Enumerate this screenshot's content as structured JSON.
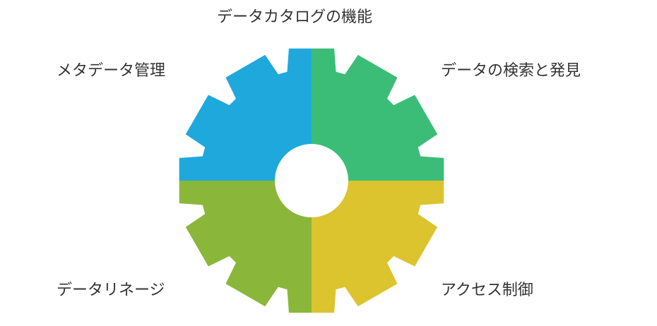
{
  "diagram": {
    "title": "データカタログの機能",
    "quadrants": [
      {
        "id": "top-left",
        "label": "メタデータ管理",
        "color": "#1fa8dc"
      },
      {
        "id": "top-right",
        "label": "データの検索と発見",
        "color": "#3bbd78"
      },
      {
        "id": "bottom-left",
        "label": "データリネージ",
        "color": "#8ab73a"
      },
      {
        "id": "bottom-right",
        "label": "アクセス制御",
        "color": "#dcc42e"
      }
    ],
    "hub_color": "#ffffff"
  }
}
